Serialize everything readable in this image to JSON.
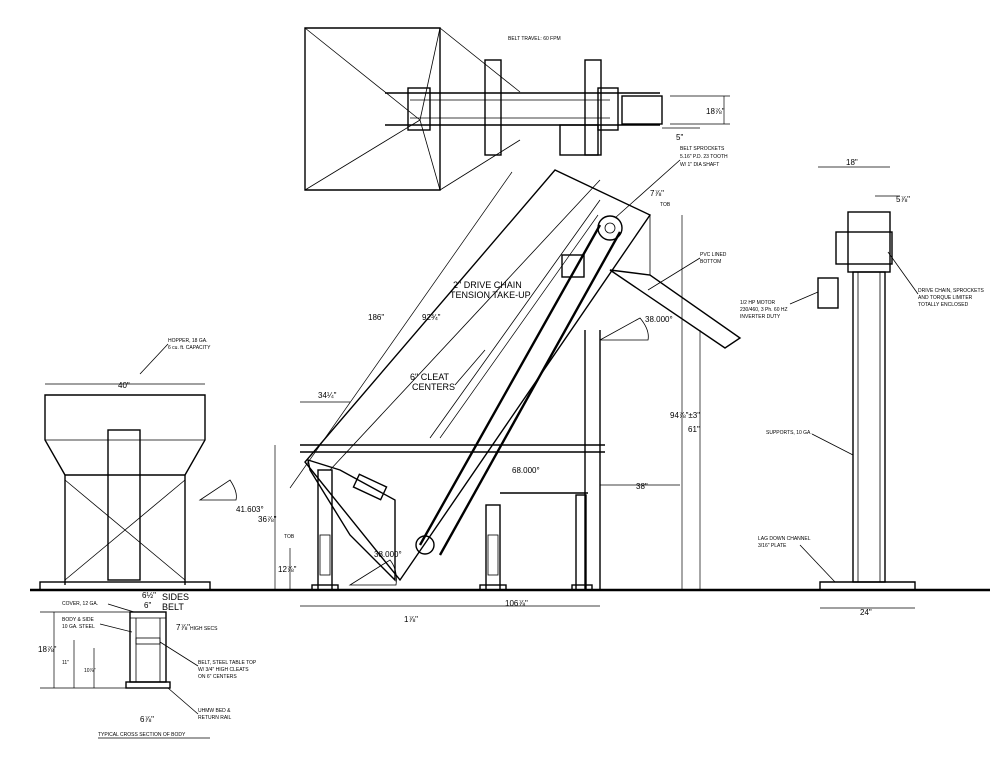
{
  "labels": {
    "belt_travel": "BELT TRAVEL: 60 FPM",
    "belt_sprockets_1": "BELT SPROCKETS",
    "belt_sprockets_2": "5.16\" P.D. 23 TOOTH",
    "belt_sprockets_3": "W/ 1\" DIA SHAFT",
    "pvc_1": "PVC LINED",
    "pvc_2": "BOTTOM",
    "drive_chain_1": "2\" DRIVE CHAIN",
    "drive_chain_2": "TENSION TAKE-UP",
    "cleat_1": "6\" CLEAT",
    "cleat_2": "CENTERS",
    "hopper_1": "HOPPER, 18 GA.",
    "hopper_2": "6 cu. ft. CAPACITY",
    "motor_1": "1/2 HP MOTOR",
    "motor_2": "230/460, 3 Ph. 60 HZ",
    "motor_3": "INVERTER DUTY",
    "drive_chain_sprockets_1": "DRIVE CHAIN, SPROCKETS",
    "drive_chain_sprockets_2": "AND TORQUE LIMITER",
    "drive_chain_sprockets_3": "TOTALLY ENCLOSED",
    "supports": "SUPPORTS, 10 GA.",
    "lag_down_1": "LAG DOWN CHANNEL",
    "lag_down_2": "3/16\" PLATE",
    "cover": "COVER, 12 GA.",
    "body_side_1": "BODY & SIDE",
    "body_side_2": "10 GA. STEEL",
    "sides": "SIDES",
    "belt": "BELT",
    "high_secs": "HIGH SECS",
    "belt_steel_1": "BELT, STEEL TABLE TOP",
    "belt_steel_2": "W/ 3/4\" HIGH CLEATS",
    "belt_steel_3": "ON 6\" CENTERS",
    "uhmw_1": "UHMW BED &",
    "uhmw_2": "RETURN RAIL",
    "typical_section": "TYPICAL CROSS SECTION OF BODY",
    "tob_1": "TOB",
    "tob_2": "TOB"
  },
  "dimensions": {
    "d_18_top": "18⅞\"",
    "d_5": "5\"",
    "d_7_8": "7⅞\"",
    "d_186": "186\"",
    "d_92": "92¾\"",
    "d_34": "34¼\"",
    "d_36": "36⅞\"",
    "d_12": "12⅞\"",
    "d_1_78": "1⅞\"",
    "d_106": "106⅞\"",
    "d_94": "94⅞\"±3\"",
    "d_61": "61\"",
    "d_38": "38\"",
    "d_40": "40\"",
    "d_18_side": "18\"",
    "d_5_side": "5⅞\"",
    "d_24": "24\"",
    "d_6_half": "6½\"",
    "d_6": "6\"",
    "d_7_high": "7⅞\"",
    "d_18_cs": "18⅞\"",
    "d_11": "11\"",
    "d_10": "10⅞\"",
    "d_6_bot": "6⅞\""
  },
  "angles": {
    "a_38": "38.000°",
    "a_68": "68.000°",
    "a_41": "41.603°",
    "a_38_low": "38.000°"
  }
}
